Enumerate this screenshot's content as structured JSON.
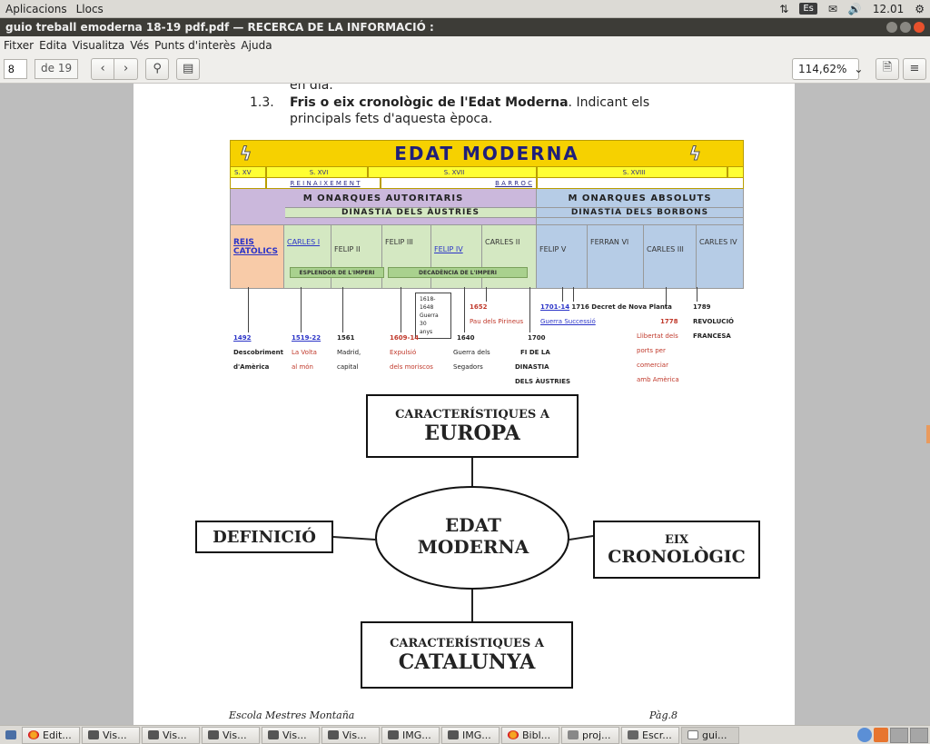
{
  "top_panel": {
    "menu": [
      "Aplicacions",
      "Llocs"
    ],
    "lang": "Es",
    "clock": "12.01"
  },
  "window": {
    "title": "guio treball emoderna 18-19 pdf.pdf — RECERCA DE LA INFORMACIÓ :"
  },
  "menubar": [
    "Fitxer",
    "Edita",
    "Visualitza",
    "Vés",
    "Punts d'interès",
    "Ajuda"
  ],
  "toolbar": {
    "page_current": "8",
    "page_total": "de 19",
    "zoom": "114,62%"
  },
  "document": {
    "clipped_text": "en dia.",
    "item_number": "1.3.",
    "item_bold": "Fris o eix cronològic de l'Edat Moderna",
    "item_rest": ". Indicant els",
    "item_cont": "principals fets d'aquesta època.",
    "timeline": {
      "title": "EDAT MODERNA",
      "centuries": [
        "S. XV",
        "S. XVI",
        "S. XVII",
        "S. XVIII"
      ],
      "styles": [
        "R E I N A I X E M E N T",
        "B A R R O C"
      ],
      "monarchies": [
        "M ONARQUES AUTORITARIS",
        "M ONARQUES ABSOLUTS"
      ],
      "dynasties": [
        "DINASTIA DELS ÀUSTRIES",
        "DINASTIA DELS BORBONS"
      ],
      "kings": [
        "REIS CATÒLICS",
        "CARLES I",
        "FELIP II",
        "FELIP III",
        "FELIP IV",
        "CARLES II",
        "FELIP V",
        "FERRAN VI",
        "CARLES III",
        "CARLES IV"
      ],
      "phases": [
        "ESPLENDOR DE L'IMPERI",
        "DECADÈNCIA DE L'IMPERI"
      ]
    },
    "events": {
      "e1492": [
        "1492",
        "Descobriment",
        "d'Amèrica"
      ],
      "e1519": [
        "1519-22",
        "La Volta",
        "al món"
      ],
      "e1561": [
        "1561",
        "Madrid,",
        "capital"
      ],
      "e1609": [
        "1609-14",
        "Expulsió",
        "dels moriscos"
      ],
      "e1618": [
        "1618-1648",
        "Guerra 30",
        "anys"
      ],
      "e1640": [
        "1640",
        "Guerra dels",
        "Segadors"
      ],
      "e1652": [
        "1652",
        "Pau dels Pirineus"
      ],
      "e1700": [
        "1700",
        "FI DE LA",
        "DINASTIA",
        "DELS ÀUSTRIES"
      ],
      "e1701": [
        "1701-14",
        "Guerra Successió"
      ],
      "e1716": "1716 Decret de Nova Planta",
      "e1778": [
        "1778",
        "Llibertat dels",
        "ports per",
        "comerciar",
        "amb Amèrica"
      ],
      "e1789": [
        "1789",
        "REVOLUCIÓ",
        "FRANCESA"
      ]
    },
    "mindmap": {
      "top_small": "CARACTERÍSTIQUES A",
      "top_big": "EUROPA",
      "center_1": "EDAT",
      "center_2": "MODERNA",
      "left": "DEFINICIÓ",
      "right_small": "EIX",
      "right_big": "CRONOLÒGIC",
      "bottom_small": "CARACTERÍSTIQUES A",
      "bottom_big": "CATALUNYA"
    },
    "footer_left": "Escola Mestres Montaña",
    "footer_right": "Pàg.8"
  },
  "taskbar": {
    "items": [
      "Edit...",
      "Vis...",
      "Vis...",
      "Vis...",
      "Vis...",
      "Vis...",
      "IMG...",
      "IMG...",
      "Bibl...",
      "proj...",
      "Escr...",
      "gui..."
    ]
  }
}
